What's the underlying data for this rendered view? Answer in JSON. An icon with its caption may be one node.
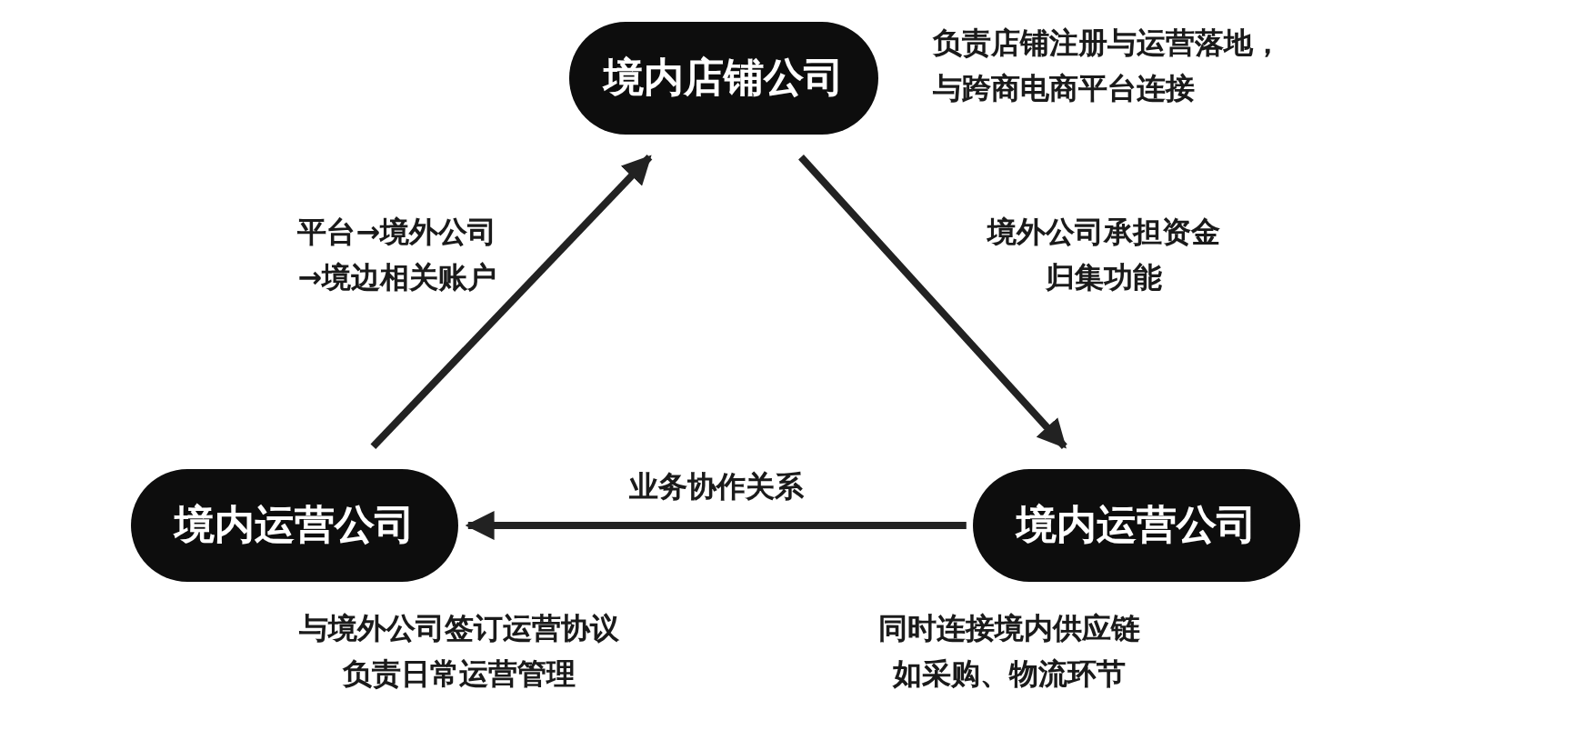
{
  "diagram": {
    "nodes": [
      {
        "text": [
          "境内店铺公司"
        ],
        "beside": [
          "负责店铺注册与运营落地，与跨商电商平台连接"
        ]
      },
      {
        "text": [
          "境内运营公司"
        ],
        "beside": [
          "与境外公司签订运营协议负责日常运营管理"
        ]
      },
      {
        "text": [
          "境内运营公司"
        ],
        "beside": [
          "同时连接境内供应链如采购、物流环节"
        ]
      }
    ],
    "edges": [
      {
        "from": 1,
        "to": 0,
        "arrow": "to",
        "label": "平台→境外公司→境边相关账户"
      },
      {
        "from": 0,
        "to": 2,
        "arrow": "to",
        "label": "境外公司承担资金归集功能"
      },
      {
        "from": 2,
        "to": 1,
        "arrow": "to",
        "label": "业务协作关系"
      }
    ]
  }
}
